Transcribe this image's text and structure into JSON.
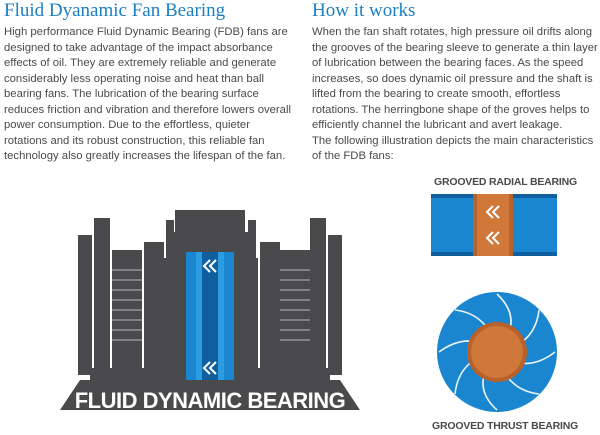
{
  "left": {
    "title": "Fluid Dyanamic Fan Bearing",
    "body": "High performance Fluid Dynamic Bearing (FDB) fans are designed to take advantage of the impact absorbance effects of oil. They are extremely reliable and generate considerably less operating noise and heat than ball bearing fans. The lubrication of the bearing surface reduces friction and vibration and therefore lowers overall power consumption. Due to the effortless, quieter rotations and its robust construction, this reliable fan technology also greatly increases the lifespan of the fan."
  },
  "right": {
    "title": "How it works",
    "body": "When the fan shaft rotates, high pressure oil drifts along the grooves of the bearing sleeve to generate a thin layer of lubrication between the bearing faces. As the speed increases, so does dynamic oil pressure and the shaft is lifted from the bearing to create smooth, effortless rotations. The herringbone shape of the groves helps to efficiently channel the lubricant and avert leakage.",
    "body2": "The following illustration depicts the main characteristics of the FDB fans:"
  },
  "diagram": {
    "banner": "FLUID DYNAMIC BEARING",
    "radial_caption": "GROOVED RADIAL BEARING",
    "thrust_caption": "GROOVED THRUST BEARING",
    "colors": {
      "blue": "#1a86cf",
      "dark_blue": "#0f5f9e",
      "gray": "#4a4a4c",
      "orange": "#b8612a"
    }
  }
}
